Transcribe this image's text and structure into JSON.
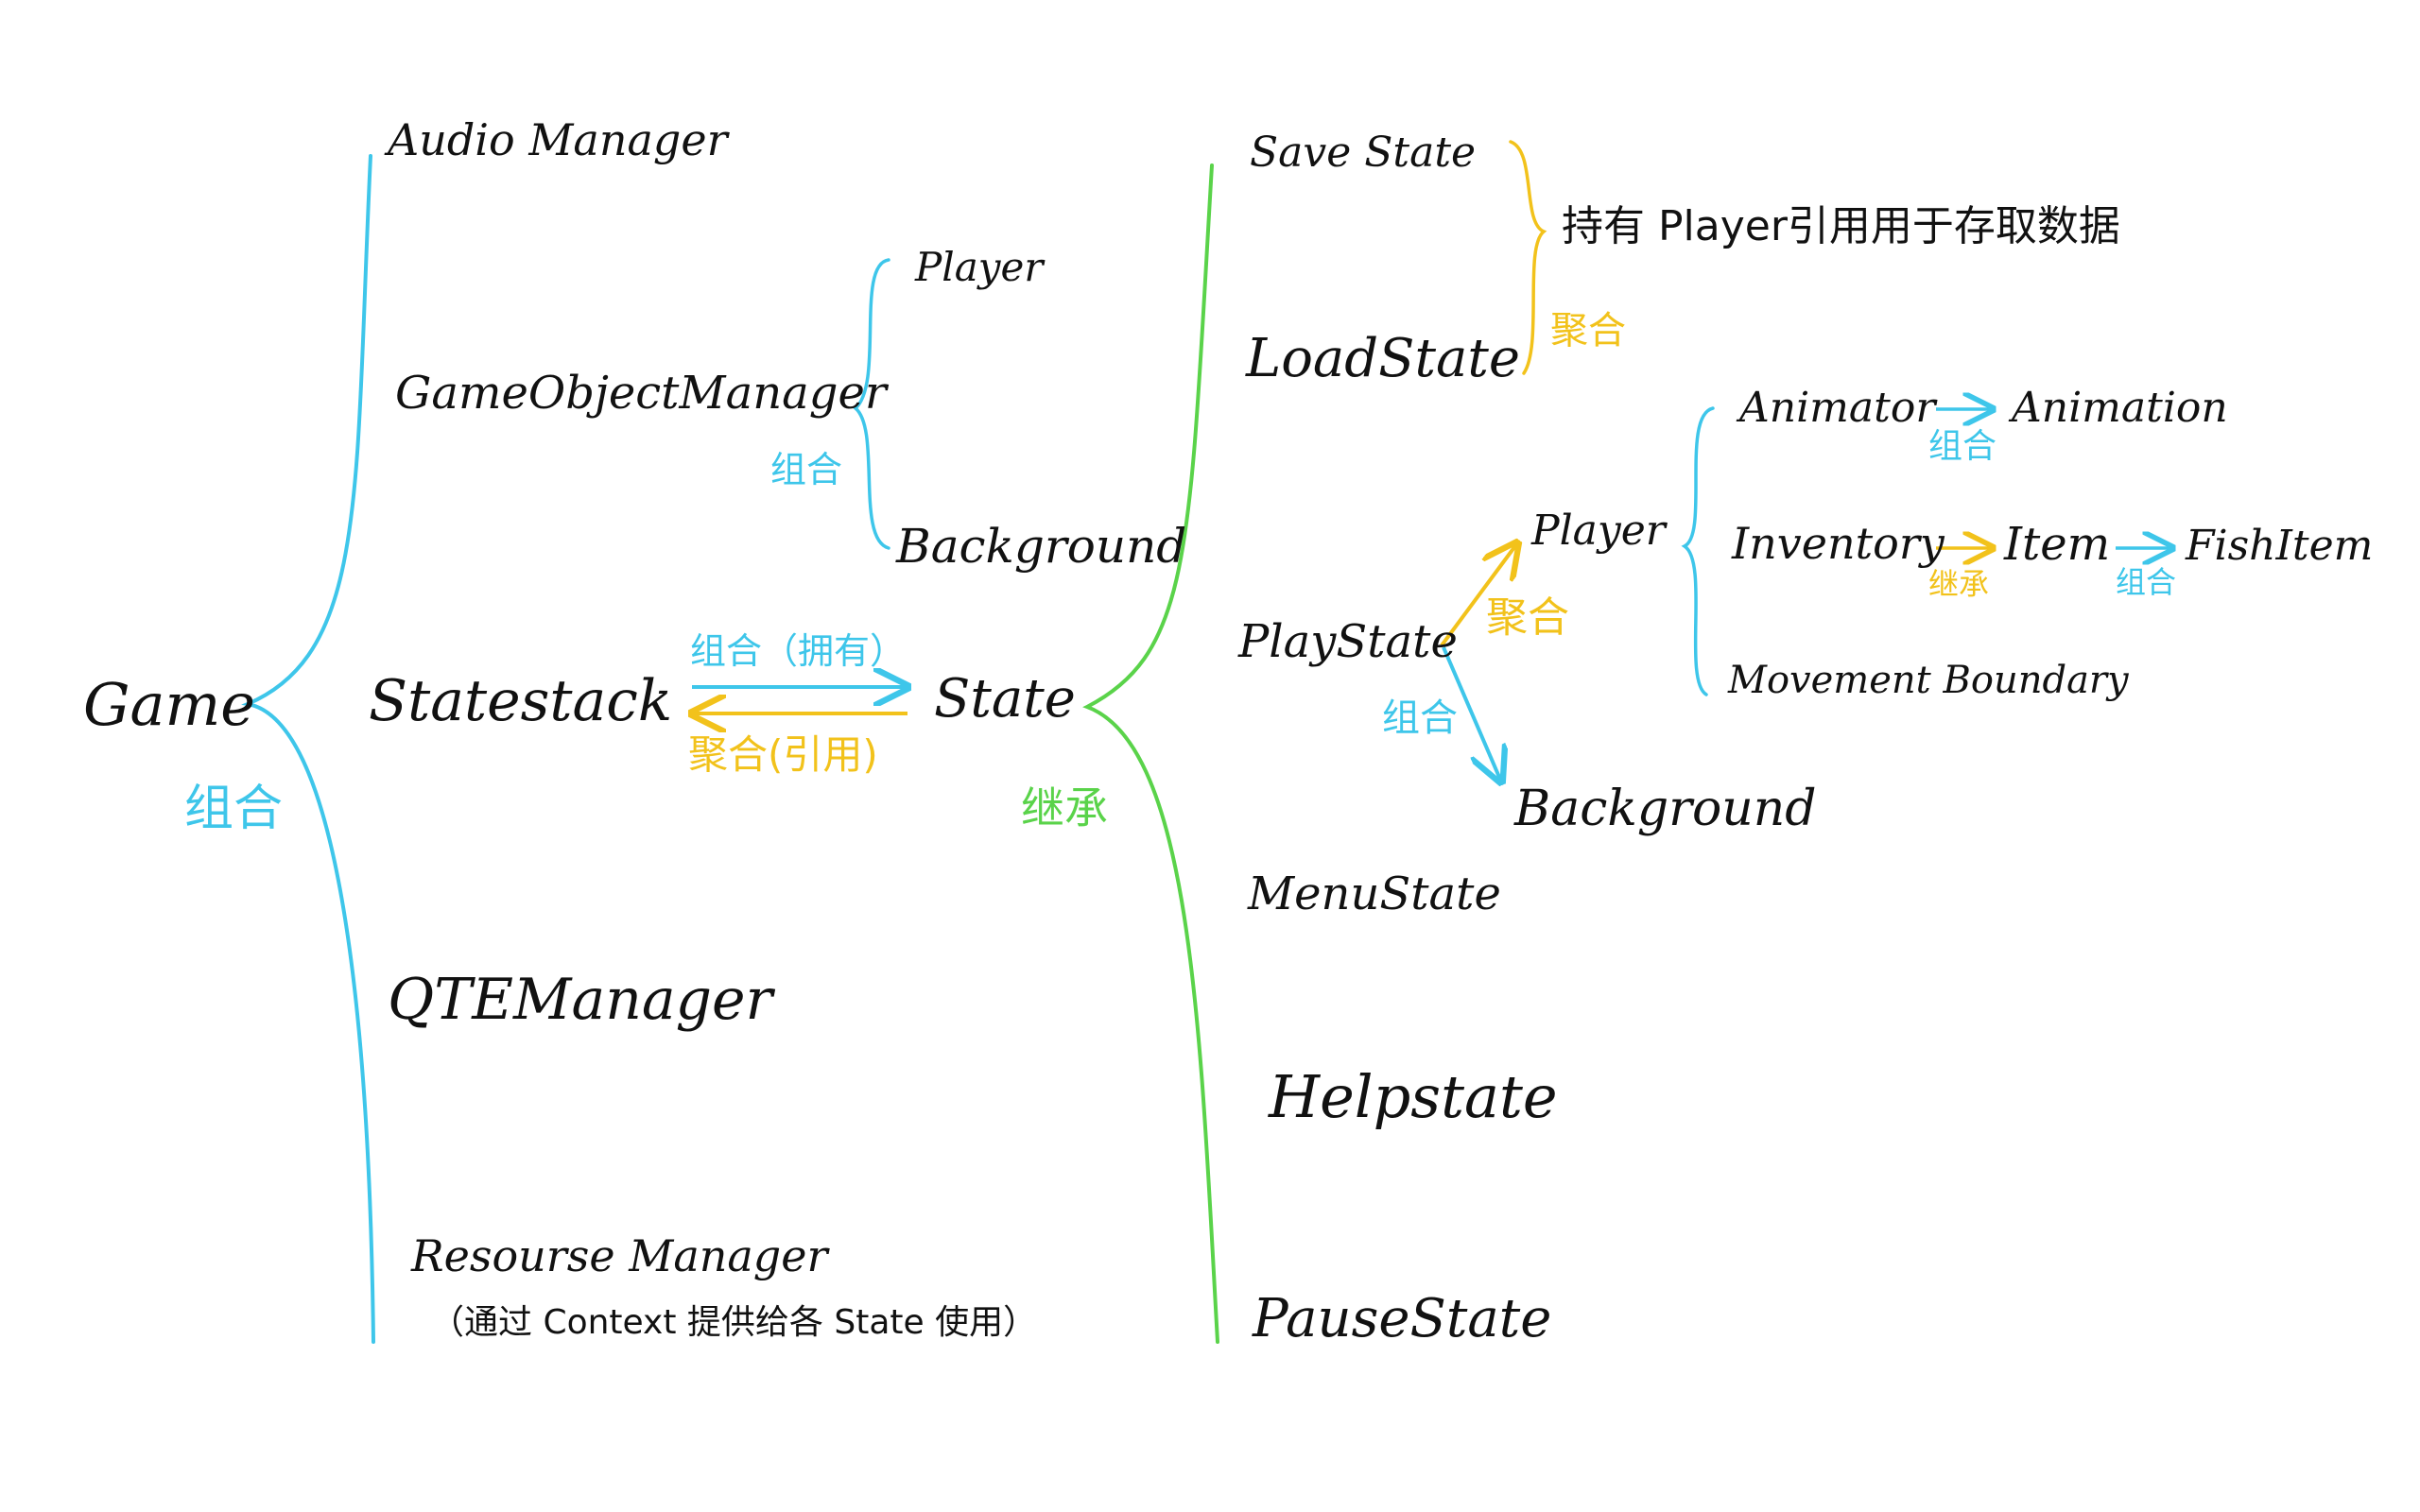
{
  "colors": {
    "composition": "#3ec6ea",
    "aggregation": "#f2c21b",
    "inheritance": "#5ad34a",
    "text": "#111111",
    "background": "#ffffff"
  },
  "nodes": {
    "game": "Game",
    "audio_manager": "Audio Manager",
    "gameobject_manager": "GameObjectManager",
    "gom_player": "Player",
    "gom_background": "Background",
    "statestack": "Statestack",
    "state": "State",
    "qte_manager": "QTEManager",
    "resource_manager": "Resourse Manager",
    "resource_note": "（通过 Context 提供给各 State 使用）",
    "save_state": "Save State",
    "load_state": "LoadState",
    "save_load_note": "持有 Player引用用于存取数据",
    "play_state": "PlayState",
    "ps_player": "Player",
    "ps_background": "Background",
    "animator": "Animator",
    "animation": "Animation",
    "inventory": "Inventory",
    "item": "Item",
    "fish_item": "FishItem",
    "movement_boundary": "Movement Boundary",
    "menu_state": "MenuState",
    "help_state": "Helpstate",
    "pause_state": "PauseState"
  },
  "relations": {
    "game_composition": "组合",
    "gom_composition": "组合",
    "statestack_owns": "组合（拥有）",
    "state_refs": "聚合(引用)",
    "state_inheritance": "继承",
    "save_load_aggregation": "聚合",
    "ps_player_aggregation": "聚合",
    "ps_background_composition": "组合",
    "animator_composition": "组合",
    "inventory_inheritance": "继承",
    "item_composition": "组合"
  }
}
